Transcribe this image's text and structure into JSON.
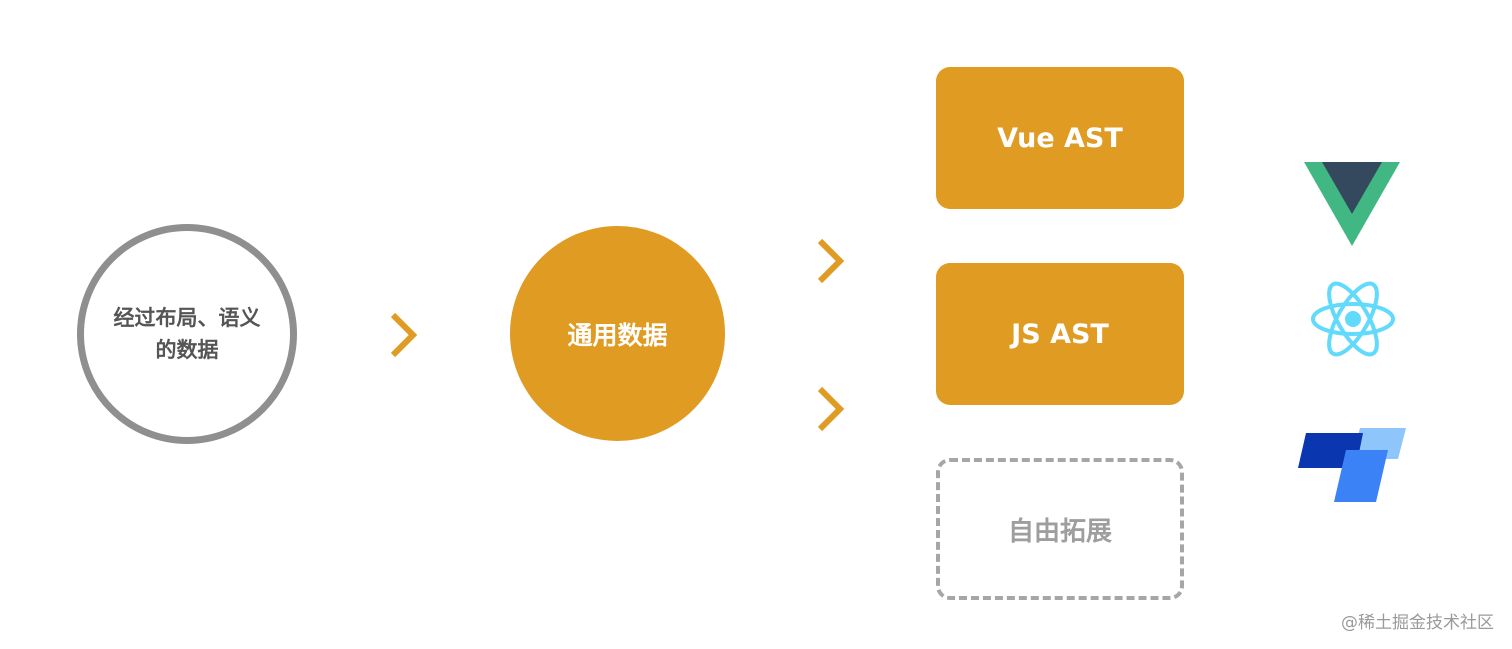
{
  "diagram": {
    "source_node": {
      "label_line1": "经过布局、语义",
      "label_line2": "的数据",
      "border_color": "#8f8f8f"
    },
    "middle_node": {
      "label": "通用数据",
      "fill_color": "#df9b22"
    },
    "targets": [
      {
        "label": "Vue AST",
        "style": "filled"
      },
      {
        "label": "JS AST",
        "style": "filled"
      },
      {
        "label": "自由拓展",
        "style": "dashed"
      }
    ],
    "arrow_color": "#df9b22",
    "logos": [
      {
        "name": "vue-logo"
      },
      {
        "name": "react-logo"
      },
      {
        "name": "taro-logo"
      }
    ]
  },
  "watermark": "@稀土掘金技术社区"
}
